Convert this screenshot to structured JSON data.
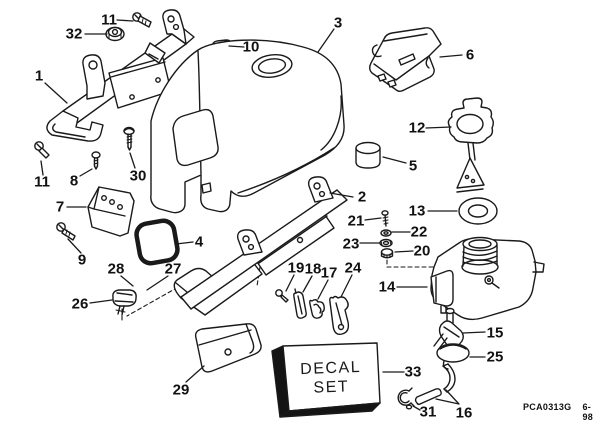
{
  "diagram": {
    "decal_box": {
      "line1": "DECAL",
      "line2": "SET"
    },
    "footer": {
      "code": "PCA0313G",
      "date": "6-98"
    }
  },
  "labels": {
    "n1": "1",
    "n2": "2",
    "n3": "3",
    "n4": "4",
    "n5": "5",
    "n6": "6",
    "n7": "7",
    "n8": "8",
    "n9": "9",
    "n10": "10",
    "n11": "11",
    "n12": "12",
    "n13": "13",
    "n14": "14",
    "n15": "15",
    "n16": "16",
    "n17": "17",
    "n18": "18",
    "n19": "19",
    "n20": "20",
    "n21": "21",
    "n22": "22",
    "n23": "23",
    "n24": "24",
    "n25": "25",
    "n26": "26",
    "n27": "27",
    "n28": "28",
    "n29": "29",
    "n30": "30",
    "n31": "31",
    "n32": "32",
    "n33": "33"
  }
}
